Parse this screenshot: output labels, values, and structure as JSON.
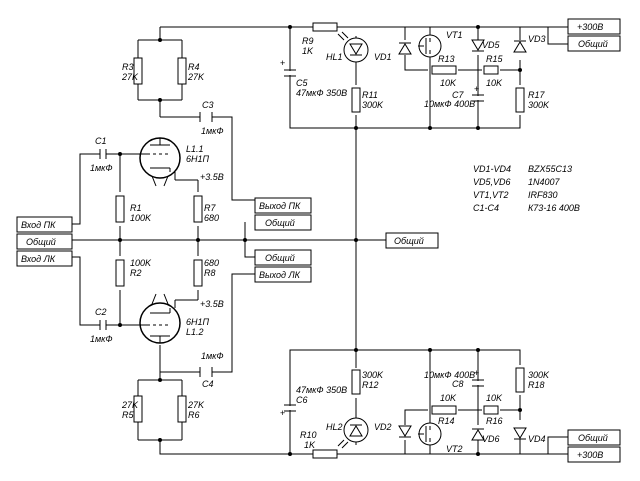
{
  "terminals": {
    "in_right": "Вход ПК",
    "in_common": "Общий",
    "in_left": "Вход ЛК",
    "out_right": "Выход ПК",
    "out_right_common": "Общий",
    "out_left_common": "Общий",
    "out_left": "Выход ЛК",
    "center_common": "Общий",
    "psu_top_plus": "+300В",
    "psu_top_common": "Общий",
    "psu_bot_common": "Общий",
    "psu_bot_plus": "+300В"
  },
  "labels": {
    "R3": "R3",
    "R3v": "27K",
    "R4": "R4",
    "R4v": "27K",
    "C3": "C3",
    "C3v": "1мкФ",
    "C1": "C1",
    "C1v": "1мкФ",
    "L11": "L1.1",
    "L11t": "6Н1П",
    "V35a": "+3.5В",
    "V35b": "+3.5В",
    "R1": "R1",
    "R1v": "100K",
    "R7": "R7",
    "R7v": "680",
    "R2v": "100K",
    "R2": "R2",
    "R8v": "680",
    "R8": "R8",
    "C2": "C2",
    "C2v": "1мкФ",
    "L12t": "6Н1П",
    "L12": "L1.2",
    "C4v": "1мкФ",
    "C4": "C4",
    "R5v": "27K",
    "R5": "R5",
    "R6v": "27K",
    "R6": "R6",
    "R9": "R9",
    "R9v": "1K",
    "HL1": "HL1",
    "VD1": "VD1",
    "VT1": "VT1",
    "VD5": "VD5",
    "VD3": "VD3",
    "C5": "C5",
    "C5v": "47мкФ 350В",
    "R11": "R11",
    "R11v": "300K",
    "R13": "R13",
    "R13v": "10K",
    "R15": "R15",
    "R15v": "10K",
    "C7": "C7",
    "C7v": "10мкФ 400В",
    "R17": "R17",
    "R17v": "300K",
    "R12v": "300K",
    "R12": "R12",
    "C6v": "47мкФ 350В",
    "C6": "C6",
    "C8v": "10мкФ 400В",
    "C8": "C8",
    "R18v": "300K",
    "R18": "R18",
    "R14v": "10K",
    "R14": "R14",
    "R16v": "10K",
    "R16": "R16",
    "R10": "R10",
    "R10v": "1K",
    "HL2": "HL2",
    "VD2": "VD2",
    "VT2": "VT2",
    "VD6": "VD6",
    "VD4": "VD4",
    "plus1": "+",
    "plus2": "+",
    "plus3": "+",
    "plus4": "+"
  },
  "legend": [
    {
      "ref": "VD1-VD4",
      "part": "BZX55C13"
    },
    {
      "ref": "VD5,VD6",
      "part": "1N4007"
    },
    {
      "ref": "VT1,VT2",
      "part": "IRF830"
    },
    {
      "ref": "C1-C4",
      "part": "К73-16 400В"
    }
  ]
}
